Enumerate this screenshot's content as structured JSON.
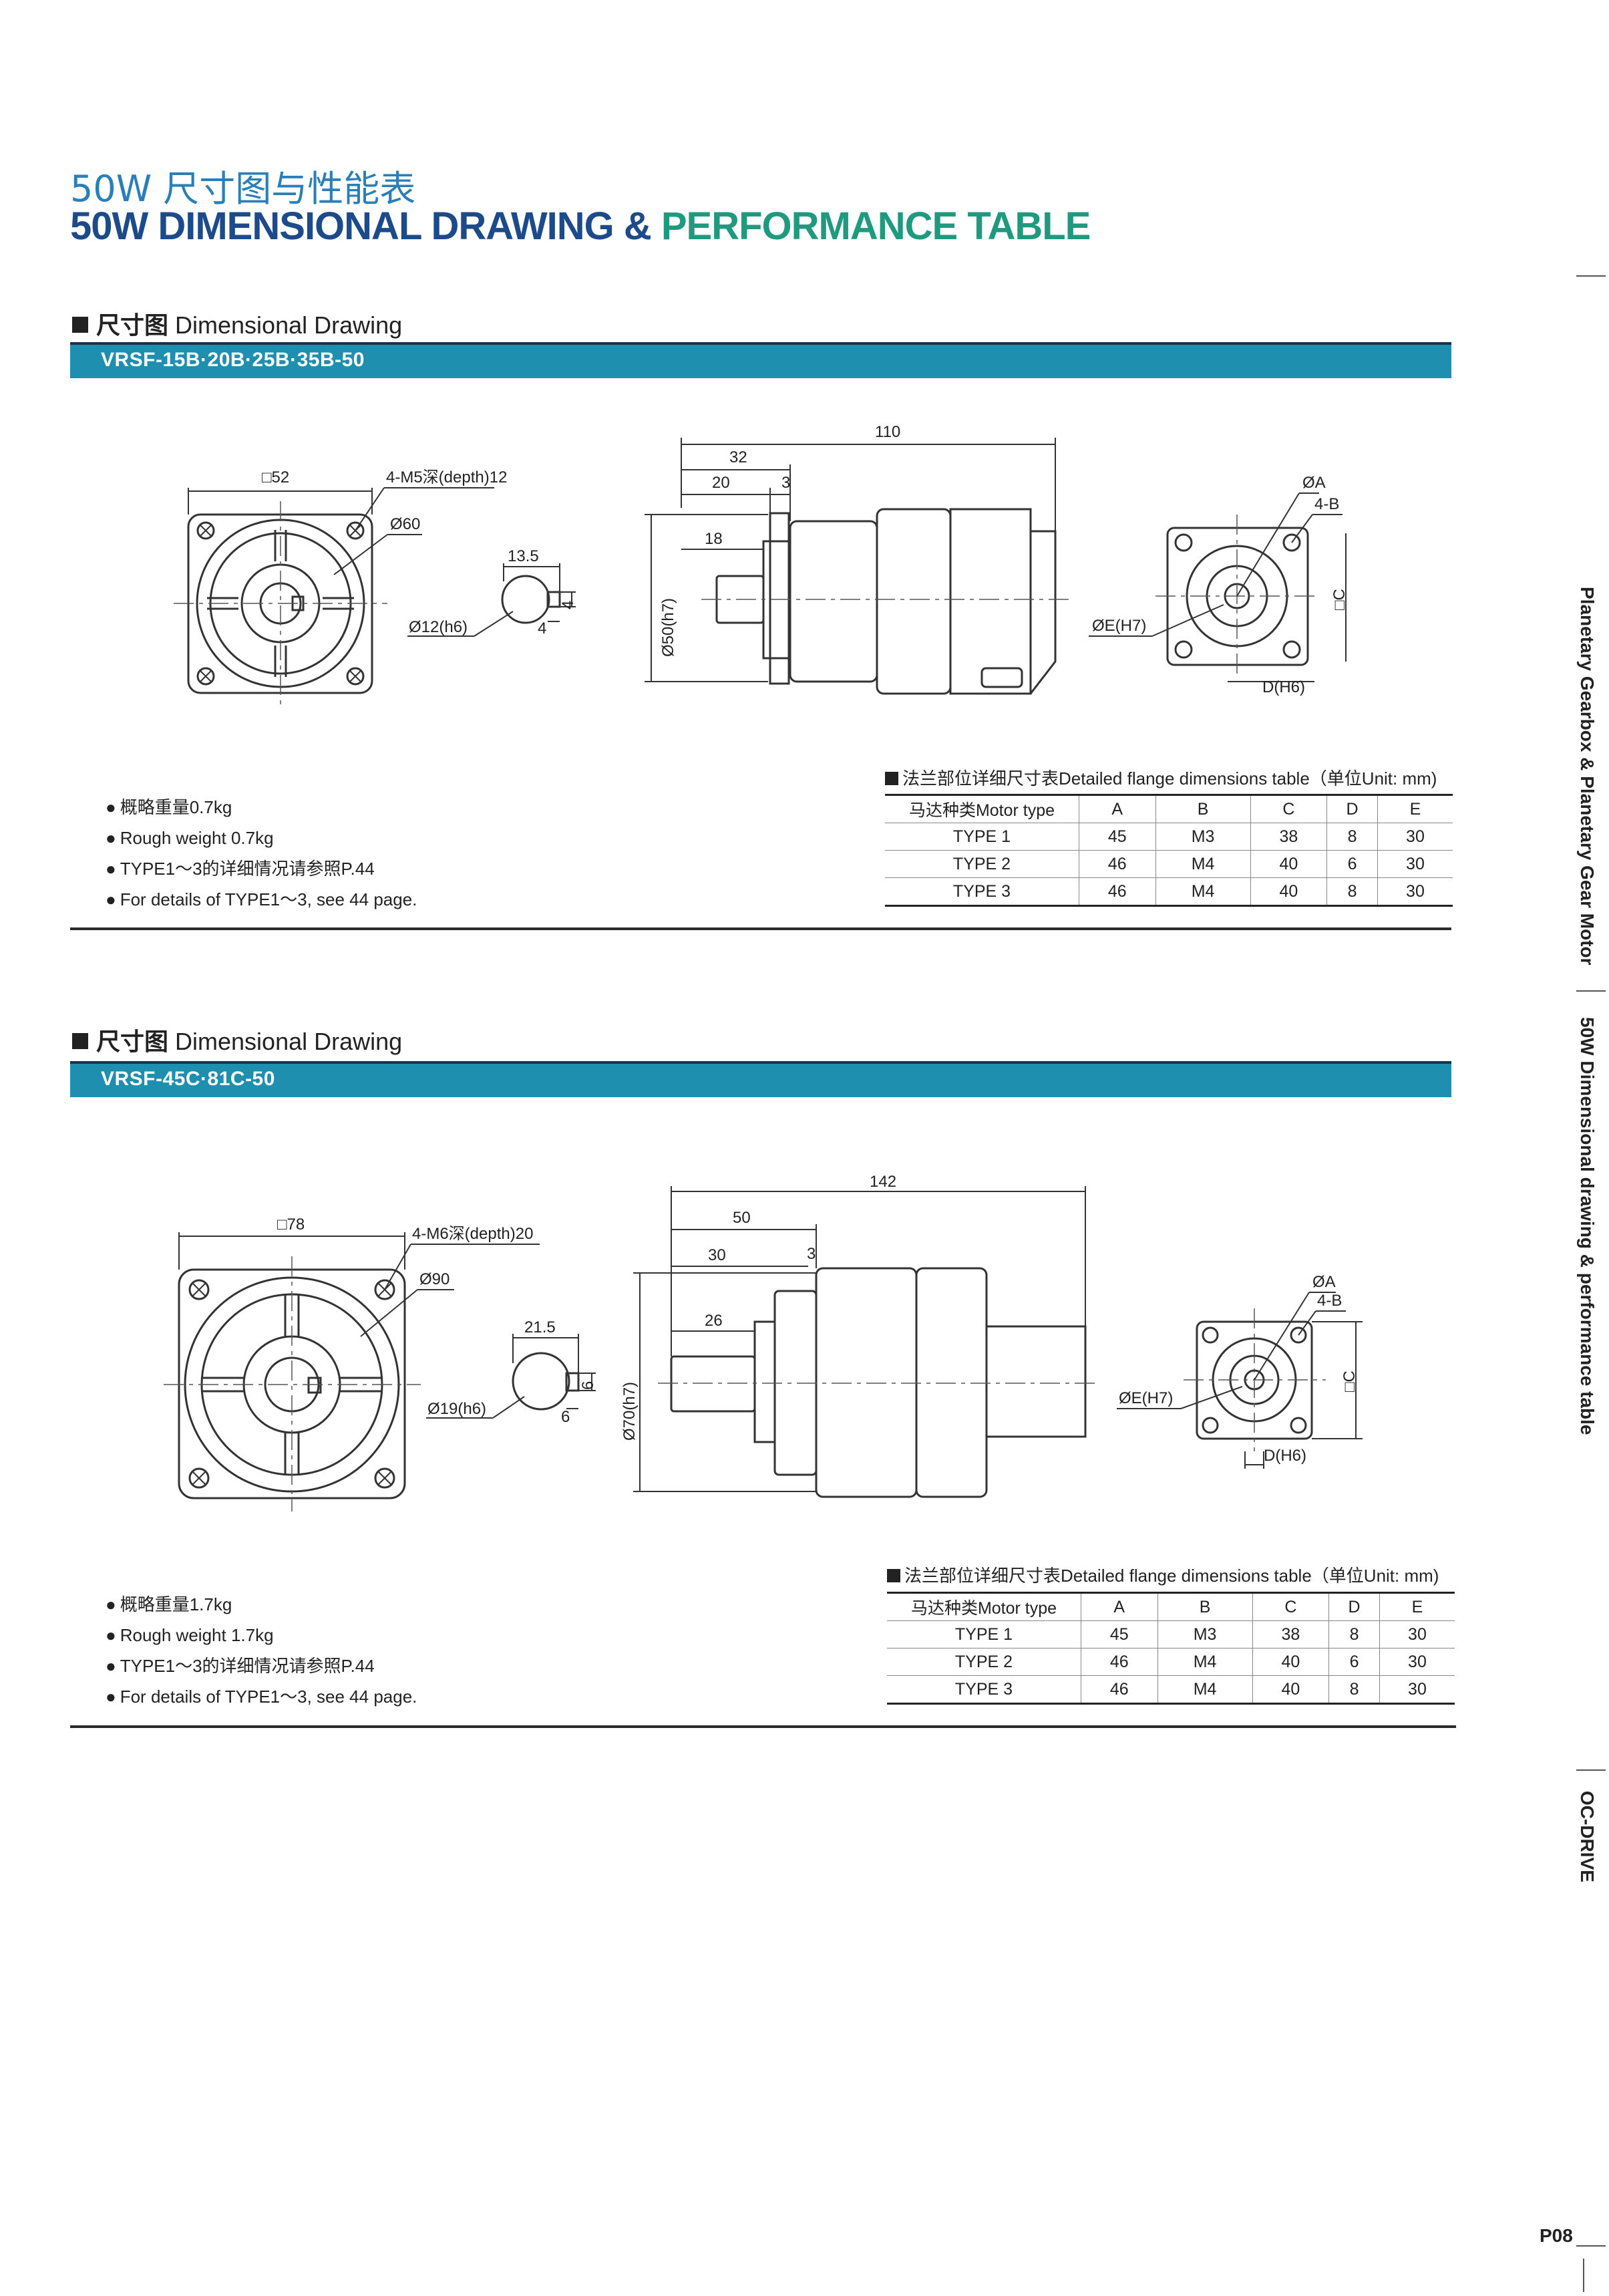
{
  "header": {
    "title_cn": "50W 尺寸图与性能表",
    "title_en_part1": "50W DIMENSIONAL DRAWING & ",
    "title_en_part2": "PERFORMANCE TABLE"
  },
  "sections": [
    {
      "heading_cn": "尺寸图",
      "heading_en": "Dimensional Drawing",
      "model": "VRSF-15B·20B·25B·35B-50",
      "notes": [
        "概略重量0.7kg",
        "Rough weight 0.7kg",
        "TYPE1～3的详细情况请参照P.44",
        "For details of TYPE1～3, see 44 page."
      ],
      "dims": {
        "square": "□52",
        "tapped": "4-M5深(depth)12",
        "pcd": "Ø60",
        "key_h": "13.5",
        "key_w": "4",
        "key_d": "4",
        "shaft": "Ø12(h6)",
        "total": "110",
        "d32": "32",
        "d20": "20",
        "d3": "3",
        "d18": "18",
        "spigot": "Ø50(h7)",
        "oa": "ØA",
        "b4": "4-B",
        "oe": "ØE(H7)",
        "dh6": "D(H6)",
        "sqc": "□C"
      },
      "table": {
        "caption": "法兰部位详细尺寸表Detailed flange dimensions table（单位Unit: mm)",
        "headers": [
          "马达种类Motor type",
          "A",
          "B",
          "C",
          "D",
          "E"
        ],
        "rows": [
          [
            "TYPE 1",
            "45",
            "M3",
            "38",
            "8",
            "30"
          ],
          [
            "TYPE 2",
            "46",
            "M4",
            "40",
            "6",
            "30"
          ],
          [
            "TYPE 3",
            "46",
            "M4",
            "40",
            "8",
            "30"
          ]
        ]
      }
    },
    {
      "heading_cn": "尺寸图",
      "heading_en": "Dimensional Drawing",
      "model": "VRSF-45C·81C-50",
      "notes": [
        "概略重量1.7kg",
        "Rough weight 1.7kg",
        "TYPE1～3的详细情况请参照P.44",
        "For details of TYPE1～3, see 44 page."
      ],
      "dims": {
        "square": "□78",
        "tapped": "4-M6深(depth)20",
        "pcd": "Ø90",
        "key_h": "21.5",
        "key_w": "6",
        "key_d": "6",
        "shaft": "Ø19(h6)",
        "total": "142",
        "d32": "50",
        "d20": "30",
        "d3": "3",
        "d18": "26",
        "spigot": "Ø70(h7)",
        "oa": "ØA",
        "b4": "4-B",
        "oe": "ØE(H7)",
        "dh6": "D(H6)",
        "sqc": "□C"
      },
      "table": {
        "caption": "法兰部位详细尺寸表Detailed flange dimensions table（单位Unit: mm)",
        "headers": [
          "马达种类Motor type",
          "A",
          "B",
          "C",
          "D",
          "E"
        ],
        "rows": [
          [
            "TYPE 1",
            "45",
            "M3",
            "38",
            "8",
            "30"
          ],
          [
            "TYPE 2",
            "46",
            "M4",
            "40",
            "6",
            "30"
          ],
          [
            "TYPE 3",
            "46",
            "M4",
            "40",
            "8",
            "30"
          ]
        ]
      }
    }
  ],
  "sidebar": {
    "label1": "Planetary Gearbox & Planetary Gear Motor",
    "label2": "50W Dimensional drawing & performance table",
    "label3": "OC-DRIVE"
  },
  "page_number": "P08"
}
